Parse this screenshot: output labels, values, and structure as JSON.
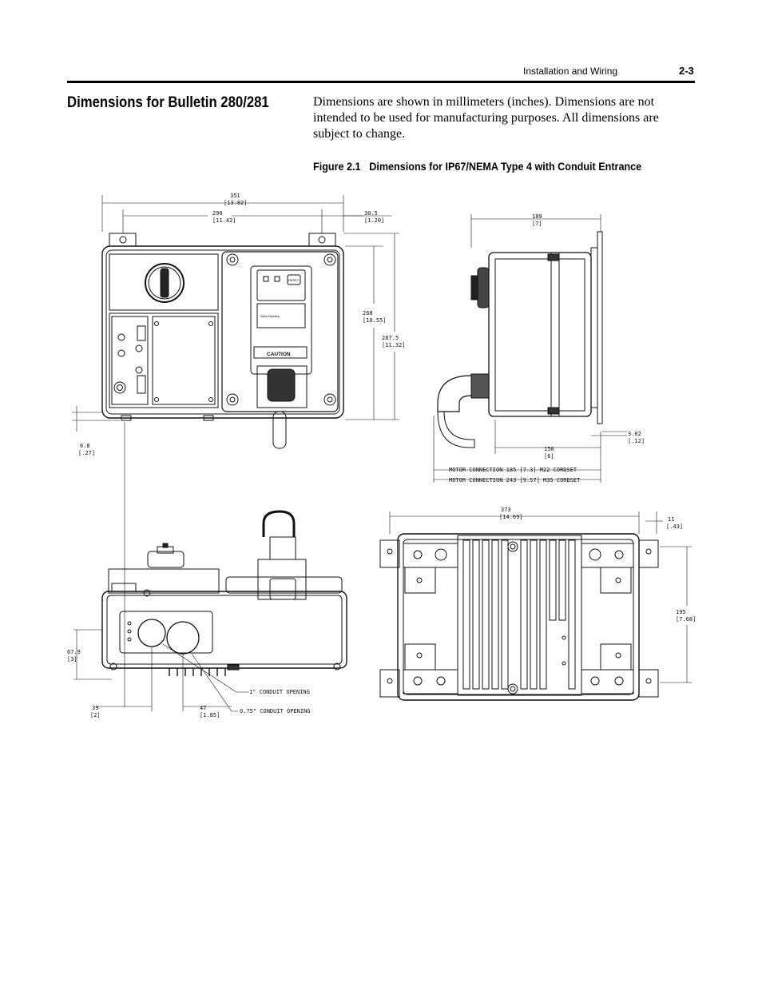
{
  "header": {
    "section": "Installation and Wiring",
    "page": "2-3"
  },
  "section_title": "Dimensions for Bulletin 280/281",
  "intro_text": "Dimensions are shown in millimeters (inches). Dimensions are not intended to be used for manufacturing purposes. All dimensions are subject to change.",
  "figure": {
    "number": "Figure 2.1",
    "caption": "Dimensions for IP67/NEMA Type 4 with Conduit Entrance"
  },
  "drawing": {
    "front": {
      "dim_351": "351",
      "dim_351_in": "[13.82]",
      "dim_290": "290",
      "dim_290_in": "[11.42]",
      "dim_30_5": "30.5",
      "dim_30_5_in": "[1.20]",
      "dim_268": "268",
      "dim_268_in": "[10.55]",
      "dim_287_5": "287.5",
      "dim_287_5_in": "[11.32]",
      "dim_6_8": "6.8",
      "dim_6_8_in": "[.27]",
      "logo": "Allen-Bradley",
      "caution": "CAUTION",
      "reset": "RESET"
    },
    "side": {
      "dim_189": "189",
      "dim_189_in": "[7]",
      "dim_3_02": "3.02",
      "dim_3_02_in": "[.12]",
      "dim_150": "150",
      "dim_150_in": "[6]",
      "motor_1": "MOTOR CONNECTION 185 [7.3] M22 CORDSET",
      "motor_2": "MOTOR CONNECTION 243 [9.57] M35 CORDSET"
    },
    "bottom": {
      "dim_67_9": "67.9",
      "dim_67_9_in": "[3]",
      "dim_39": "39",
      "dim_39_in": "[2]",
      "dim_47": "47",
      "dim_47_in": "[1.85]",
      "conduit_1": "1\" CONDUIT OPENING",
      "conduit_075": "0.75\" CONDUIT OPENING"
    },
    "back": {
      "dim_373": "373",
      "dim_373_in": "[14.69]",
      "dim_11": "11",
      "dim_11_in": "[.43]",
      "dim_195": "195",
      "dim_195_in": "[7.68]"
    }
  }
}
